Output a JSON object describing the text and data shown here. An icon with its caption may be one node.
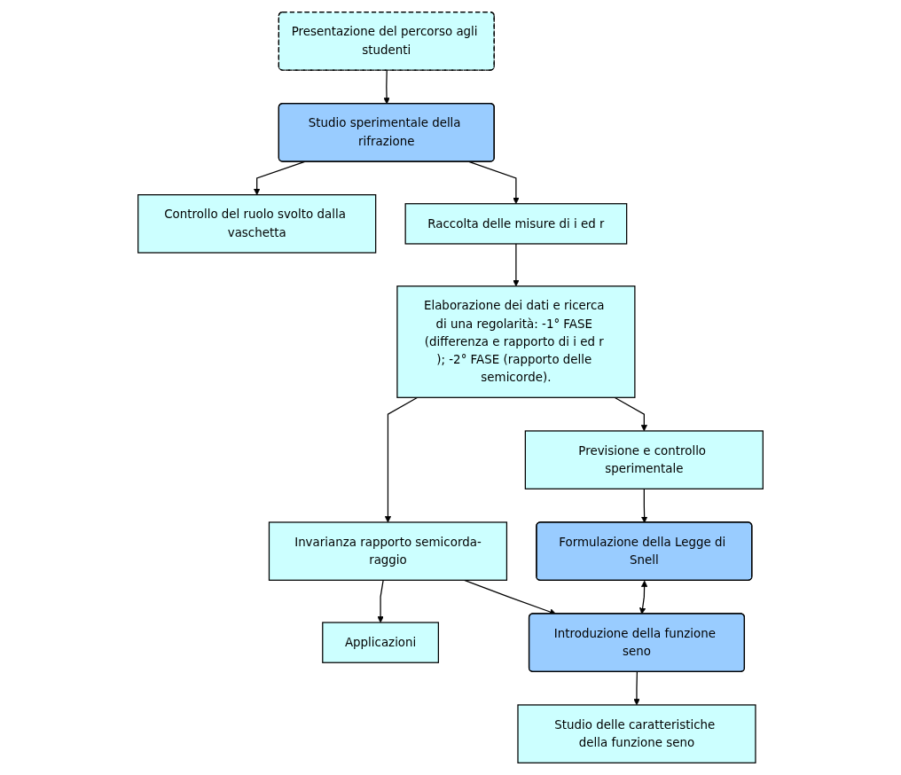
{
  "diagram": {
    "nodes": [
      {
        "text": [
          "Presentazione del percorso agli studenti"
        ]
      },
      {
        "text": [
          "Studio sperimentale della rifrazione"
        ]
      },
      {
        "text": [
          "Controllo del ruolo svolto dalla vaschetta"
        ]
      },
      {
        "text": [
          "Raccolta delle misure di i ed r"
        ]
      },
      {
        "text": [
          "Elaborazione dei dati e ricerca di una regolarità: -1° FASE (differenza e rapporto di i ed r ); -2° FASE (rapporto delle semicorde)."
        ]
      },
      {
        "text": [
          "Previsione e controllo sperimentale"
        ]
      },
      {
        "text": [
          "Invarianza rapporto semicorda-raggio"
        ]
      },
      {
        "text": [
          "Applicazioni"
        ]
      },
      {
        "text": [
          "Formulazione della Legge di Snell"
        ]
      },
      {
        "text": [
          "Introduzione della funzione seno"
        ]
      },
      {
        "text": [
          "Studio delle caratteristiche della funzione seno"
        ]
      }
    ],
    "edges": [
      {
        "from": 0,
        "to": 1,
        "arrow": "to"
      },
      {
        "from": 1,
        "to": 2,
        "arrow": "to"
      },
      {
        "from": 1,
        "to": 3,
        "arrow": "to"
      },
      {
        "from": 3,
        "to": 4,
        "arrow": "to"
      },
      {
        "from": 4,
        "to": 5,
        "arrow": "to"
      },
      {
        "from": 4,
        "to": 6,
        "arrow": "to"
      },
      {
        "from": 6,
        "to": 7,
        "arrow": "to"
      },
      {
        "from": 5,
        "to": 8,
        "arrow": "to"
      },
      {
        "from": 6,
        "to": 9,
        "arrow": "to"
      },
      {
        "from": 8,
        "to": 9,
        "arrow": "both"
      },
      {
        "from": 9,
        "to": 10,
        "arrow": "to"
      }
    ]
  }
}
